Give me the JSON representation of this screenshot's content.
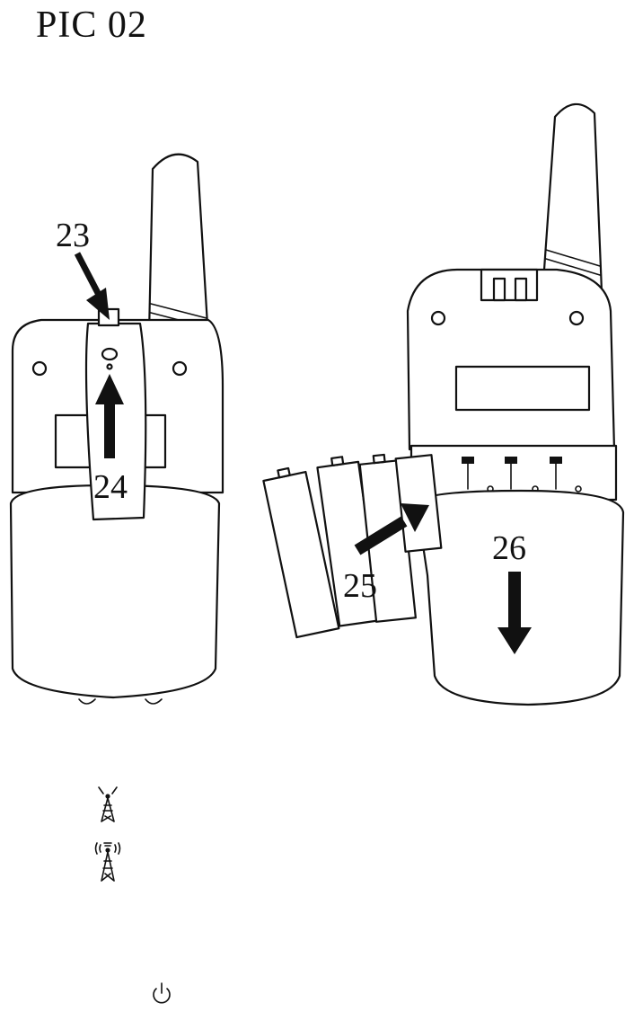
{
  "title": "PIC 02",
  "callouts": {
    "c23": "23",
    "c24": "24",
    "c25": "25",
    "c26": "26"
  },
  "icons": [
    "antenna-scan-icon",
    "antenna-broadcast-icon",
    "power-icon"
  ]
}
